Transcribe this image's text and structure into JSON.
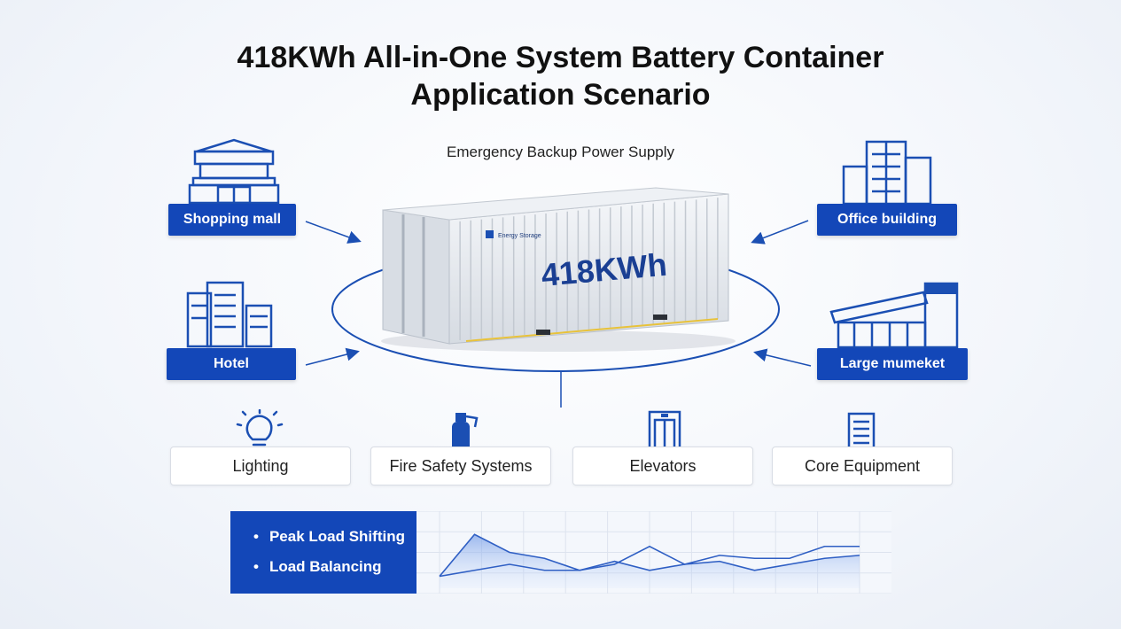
{
  "title_line1": "418KWh All-in-One System Battery Container",
  "title_line2": "Application Scenario",
  "subtitle": "Emergency Backup Power Supply",
  "container": {
    "capacity_label": "418KWh",
    "brand_text": "Energy Storage"
  },
  "scenarios": {
    "shopping_mall": "Shopping mall",
    "hotel": "Hotel",
    "office_building": "Office building",
    "large_market": "Large mumeket"
  },
  "loads": {
    "lighting": "Lighting",
    "fire_safety": "Fire Safety Systems",
    "elevators": "Elevators",
    "core_equipment": "Core Equipment"
  },
  "features": [
    "Peak Load Shifting",
    "Load Balancing"
  ],
  "colors": {
    "accent": "#1347b8",
    "container": "#e6e9ee"
  },
  "chart_data": {
    "type": "line",
    "x": [
      0,
      1,
      2,
      3,
      4,
      5,
      6,
      7,
      8,
      9,
      10,
      11,
      12
    ],
    "series": [
      {
        "values": [
          2,
          9,
          6,
          5,
          3,
          4.5,
          3,
          4,
          4.5,
          3,
          4,
          5,
          5.5
        ]
      },
      {
        "values": [
          2,
          3,
          4,
          3,
          3,
          4,
          7,
          4,
          5.5,
          5,
          5,
          7,
          7
        ]
      }
    ],
    "ylim": [
      0,
      12
    ],
    "grid": true
  }
}
